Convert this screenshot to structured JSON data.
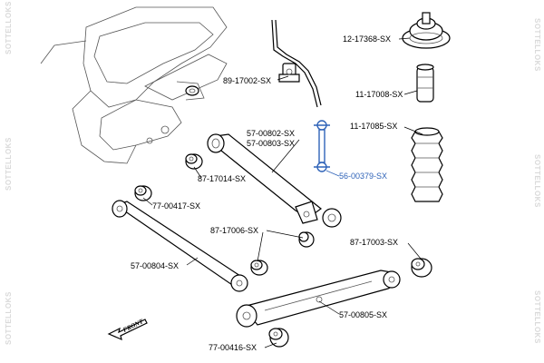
{
  "watermark": "SOTTELLOKS",
  "direction_label": "FRONT",
  "parts": [
    {
      "label": "12-17368-SX",
      "highlighted": false
    },
    {
      "label": "89-17002-SX",
      "highlighted": false
    },
    {
      "label": "11-17008-SX",
      "highlighted": false
    },
    {
      "label": "57-00802-SX",
      "highlighted": false
    },
    {
      "label": "57-00803-SX",
      "highlighted": false
    },
    {
      "label": "11-17085-SX",
      "highlighted": false
    },
    {
      "label": "56-00379-SX",
      "highlighted": true
    },
    {
      "label": "87-17014-SX",
      "highlighted": false
    },
    {
      "label": "77-00417-SX",
      "highlighted": false
    },
    {
      "label": "87-17006-SX",
      "highlighted": false
    },
    {
      "label": "87-17003-SX",
      "highlighted": false
    },
    {
      "label": "57-00804-SX",
      "highlighted": false
    },
    {
      "label": "57-00805-SX",
      "highlighted": false
    },
    {
      "label": "77-00416-SX",
      "highlighted": false
    }
  ],
  "colors": {
    "highlight": "#2f63b8",
    "watermark": "#d9d9d9",
    "line": "#000000"
  }
}
